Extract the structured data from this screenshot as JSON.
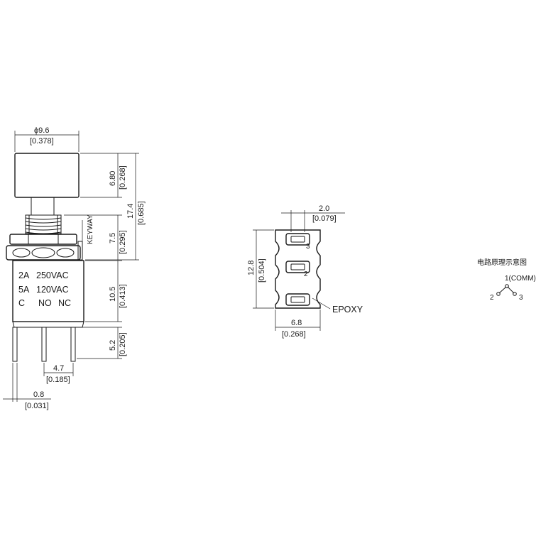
{
  "front_view": {
    "cap_diameter": {
      "mm": "ϕ9.6",
      "inch": "[0.378]"
    },
    "cap_height": {
      "mm": "6.80",
      "inch": "[0.268]"
    },
    "total_height": {
      "mm": "17.4",
      "inch": "[0.685]"
    },
    "bushing_height": {
      "mm": "7.5",
      "inch": "[0.295]"
    },
    "body_height": {
      "mm": "10.5",
      "inch": "[0.413]"
    },
    "pin_length": {
      "mm": "5.2",
      "inch": "[0.205]"
    },
    "pin_pitch": {
      "mm": "4.7",
      "inch": "[0.185]"
    },
    "pin_width": {
      "mm": "0.8",
      "inch": "[0.031]"
    },
    "keyway_label": "KEYWAY",
    "ratings": [
      {
        "current": "2A",
        "voltage": "250VAC"
      },
      {
        "current": "5A",
        "voltage": "120VAC"
      }
    ],
    "terminals": [
      "C",
      "NO",
      "NC"
    ]
  },
  "bottom_view": {
    "pad_gap": {
      "mm": "2.0",
      "inch": "[0.079]"
    },
    "body_length": {
      "mm": "12.8",
      "inch": "[0.504]"
    },
    "body_width": {
      "mm": "6.8",
      "inch": "[0.268]"
    },
    "epoxy_label": "EPOXY",
    "pin_numbers": [
      "3",
      "2"
    ]
  },
  "schematic": {
    "title": "电路原理示意图",
    "comm_label": "1(COMM)",
    "left_label": "2",
    "right_label": "3"
  }
}
